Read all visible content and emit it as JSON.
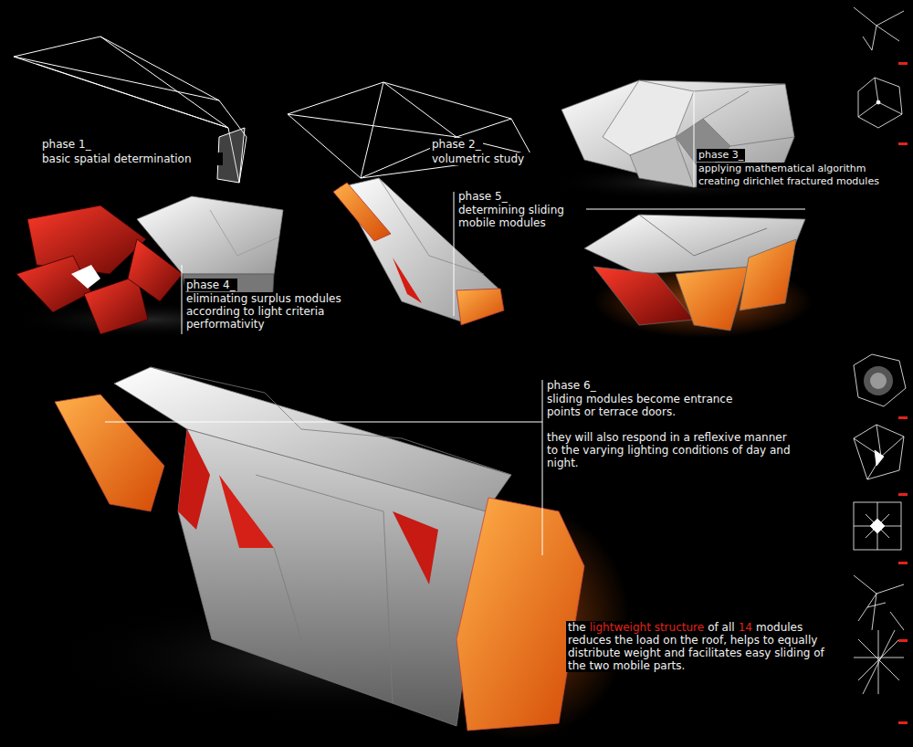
{
  "diagram": {
    "labels": [
      "phase 1_",
      "basic spatial determination",
      "phase 2_",
      "volumetric study",
      "phase 3_",
      "applying mathematical algorithm creating dirichlet fractured modules",
      "phase 4_",
      "eliminating surplus modules according to light criteria performativity",
      "phase 5_",
      "determining sliding mobile modules",
      "phase 6_",
      "sliding modules become entrance points or terrace doors.",
      "they will also respond in a reflexive manner to the varying lighting conditions of day and night.",
      "the",
      "lightweight structure",
      "of all",
      "14",
      "modules reduces the load on the roof, helps to equally distribute weight and facilitates easy sliding of the two mobile parts."
    ]
  }
}
